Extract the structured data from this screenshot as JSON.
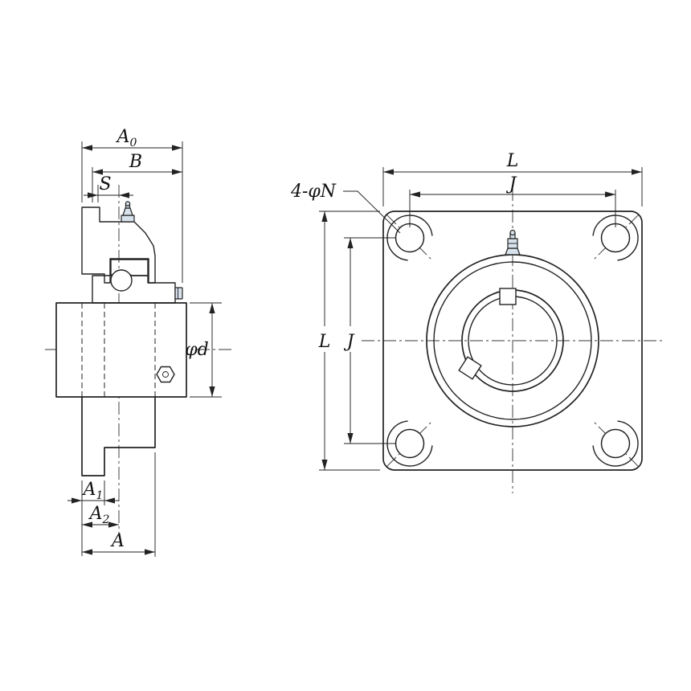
{
  "colors": {
    "line": "#222222",
    "centerline": "#3a3a3a",
    "section_fill": "#cfdce8",
    "hatch": "#5f7d99",
    "background": "#ffffff"
  },
  "side_view": {
    "dims": {
      "a0": {
        "base": "A",
        "sub": "0"
      },
      "b": {
        "base": "B",
        "sub": ""
      },
      "s": {
        "base": "S",
        "sub": ""
      },
      "phi_d": {
        "base": "φd",
        "sub": ""
      },
      "a1": {
        "base": "A",
        "sub": "1"
      },
      "a2": {
        "base": "A",
        "sub": "2"
      },
      "a": {
        "base": "A",
        "sub": ""
      }
    }
  },
  "front_view": {
    "dims": {
      "l_top": {
        "base": "L"
      },
      "j_top": {
        "base": "J"
      },
      "l_left": {
        "base": "L"
      },
      "j_left": {
        "base": "J"
      }
    },
    "bolt_note": {
      "base": "4-φN"
    }
  }
}
